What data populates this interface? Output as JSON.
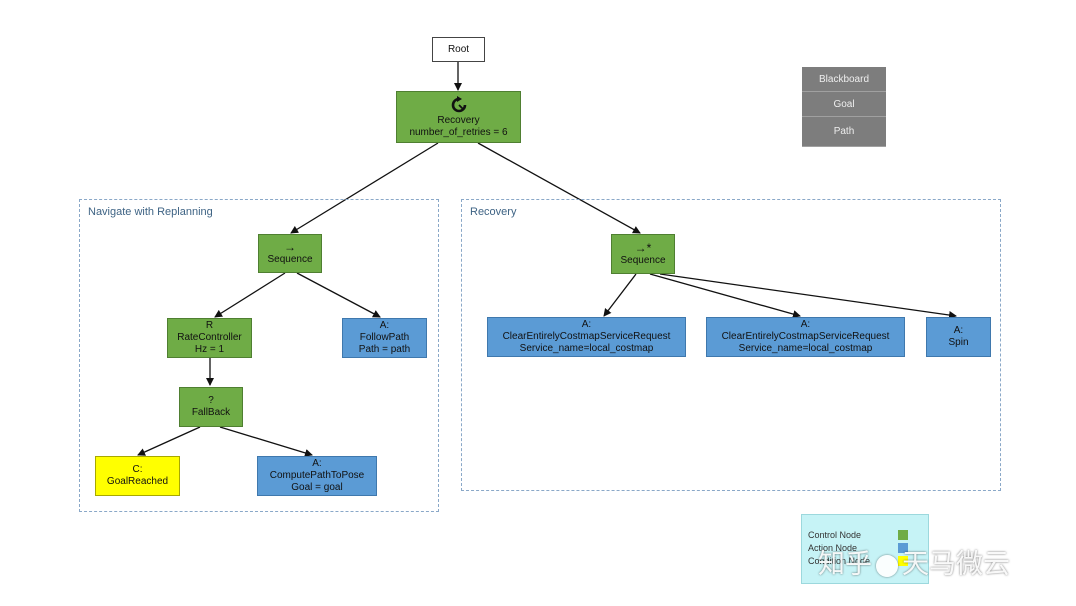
{
  "colors": {
    "control": "#6fac46",
    "action": "#5b9bd5",
    "condition": "#ffff00",
    "blackboard": "#7d7d7d",
    "legend_bg": "#c6f3f6"
  },
  "root": {
    "label": "Root"
  },
  "recovery_top": {
    "icon": "recovery-arrow-icon",
    "label": "Recovery",
    "param": "number_of_retries = 6"
  },
  "blackboard": {
    "title": "Blackboard",
    "items": [
      "Goal",
      "Path"
    ]
  },
  "groups": {
    "left_title": "Navigate with Replanning",
    "right_title": "Recovery"
  },
  "left": {
    "sequence": {
      "glyph": "→",
      "label": "Sequence"
    },
    "rate_controller": {
      "glyph": "R",
      "label": "RateController",
      "param": "Hz = 1"
    },
    "follow_path": {
      "prefix": "A:",
      "label": "FollowPath",
      "param": "Path = path"
    },
    "fallback": {
      "glyph": "?",
      "label": "FallBack"
    },
    "goal_reached": {
      "prefix": "C:",
      "label": "GoalReached"
    },
    "compute_path": {
      "prefix": "A:",
      "label": "ComputePathToPose",
      "param": "Goal = goal"
    }
  },
  "right": {
    "sequence": {
      "glyph": "→*",
      "label": "Sequence"
    },
    "clear1": {
      "prefix": "A:",
      "label": "ClearEntirelyCostmapServiceRequest",
      "param": "Service_name=local_costmap"
    },
    "clear2": {
      "prefix": "A:",
      "label": "ClearEntirelyCostmapServiceRequest",
      "param": "Service_name=local_costmap"
    },
    "spin": {
      "prefix": "A:",
      "label": "Spin"
    }
  },
  "legend": {
    "control": "Control Node",
    "action": "Action Node",
    "condition": "Condition Node"
  },
  "watermark": {
    "left": "知乎",
    "right": "天马微云"
  }
}
